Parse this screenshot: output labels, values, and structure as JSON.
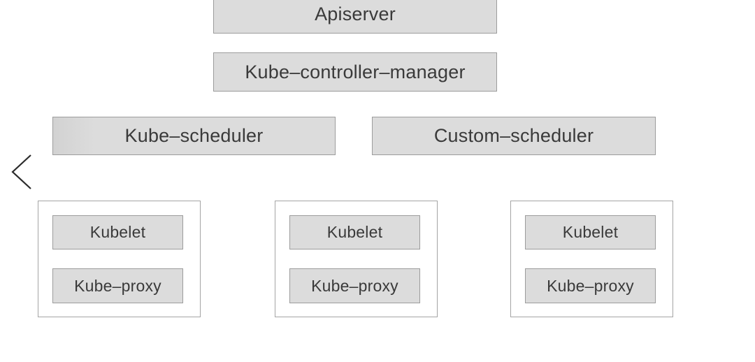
{
  "nav": {
    "back_icon": "chevron-left-icon"
  },
  "diagram": {
    "apiserver": "Apiserver",
    "controller_manager": "Kube–controller–manager",
    "kube_scheduler": "Kube–scheduler",
    "custom_scheduler": "Custom–scheduler",
    "nodes": [
      {
        "kubelet": "Kubelet",
        "kube_proxy": "Kube–proxy"
      },
      {
        "kubelet": "Kubelet",
        "kube_proxy": "Kube–proxy"
      },
      {
        "kubelet": "Kubelet",
        "kube_proxy": "Kube–proxy"
      }
    ]
  },
  "colors": {
    "box_fill": "#dcdcdc",
    "box_border": "#9c9c9c",
    "text": "#3a3a3a",
    "background": "#ffffff"
  }
}
